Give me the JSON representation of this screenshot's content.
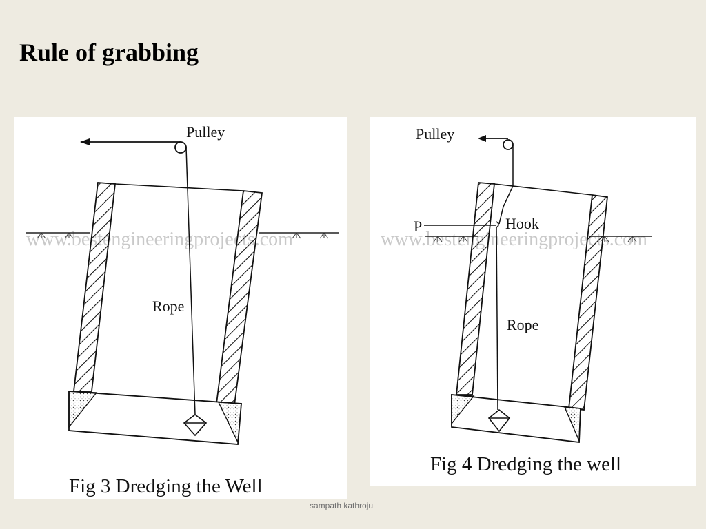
{
  "slide": {
    "title": "Rule of grabbing",
    "footer": "sampath kathroju"
  },
  "fig3": {
    "caption": "Fig 3 Dredging the Well",
    "labels": {
      "pulley": "Pulley",
      "rope": "Rope"
    },
    "watermark": "www.bestengineeringprojects.com"
  },
  "fig4": {
    "caption": "Fig 4 Dredging the well",
    "labels": {
      "pulley": "Pulley",
      "rope": "Rope",
      "hook": "Hook",
      "force": "P"
    },
    "watermark": "www.bestengineeringprojects.com"
  }
}
